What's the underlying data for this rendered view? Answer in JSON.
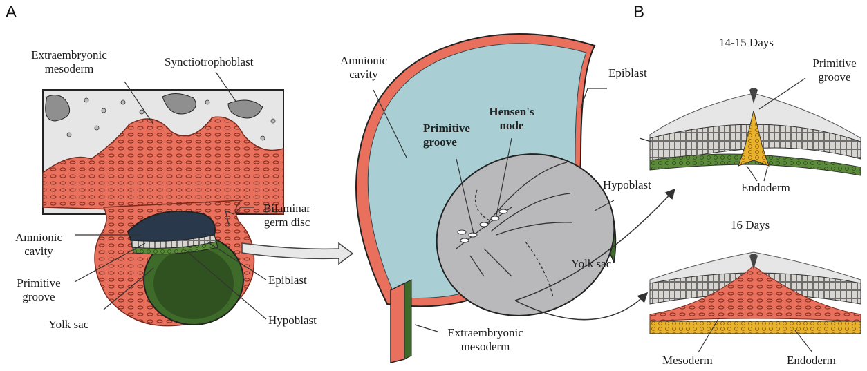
{
  "panels": {
    "a": "A",
    "b": "B"
  },
  "panel_a": {
    "extraembryonic_mesoderm_1": "Extraembryonic",
    "extraembryonic_mesoderm_2": "mesoderm",
    "syncytiotrophoblast": "Synctiotrophoblast",
    "bilaminar_1": "Bilaminar",
    "bilaminar_2": "germ disc",
    "amnionic_1": "Amnionic",
    "amnionic_2": "cavity",
    "primitive_groove_1": "Primitive",
    "primitive_groove_2": "groove",
    "yolk_sac": "Yolk sac",
    "epiblast": "Epiblast",
    "hypoblast": "Hypoblast"
  },
  "panel_center": {
    "amnionic_1": "Amnionic",
    "amnionic_2": "cavity",
    "primitive_groove_1": "Primitive",
    "primitive_groove_2": "groove",
    "hensens_1": "Hensen's",
    "hensens_2": "node",
    "epiblast": "Epiblast",
    "hypoblast": "Hypoblast",
    "yolk_sac": "Yolk sac",
    "extraembryonic_1": "Extraembryonic",
    "extraembryonic_2": "mesoderm"
  },
  "panel_b": {
    "title_top": "14-15 Days",
    "primitive_groove_1": "Primitive",
    "primitive_groove_2": "groove",
    "endoderm_top": "Endoderm",
    "title_bottom": "16 Days",
    "mesoderm": "Mesoderm",
    "endoderm_bottom": "Endoderm"
  },
  "colors": {
    "mesoderm_red": "#e8705c",
    "amnion_blue": "#a9cfd4",
    "disc_gray": "#b9b9bb",
    "yolk_green": "#3f6b2a",
    "endoderm_yellow": "#e8b22a",
    "troph_gray": "#d9d9d9"
  }
}
